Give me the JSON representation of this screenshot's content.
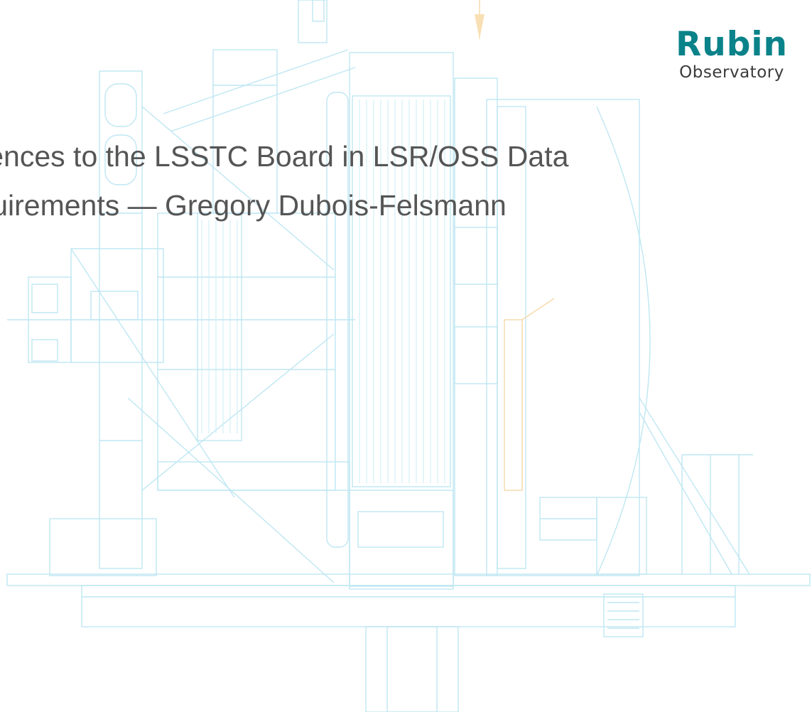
{
  "logo": {
    "name": "Rubin",
    "subtitle": "Observatory",
    "accent_color": "#0a8289"
  },
  "title": {
    "line1": "References to the LSSTC Board in LSR/OSS Data",
    "line2": "Requirements —  Gregory Dubois-Felsmann"
  },
  "background": {
    "illustration": "telescope-blueprint",
    "line_color": "#bfe7f3",
    "accent_line_color": "#f6d9a8"
  }
}
